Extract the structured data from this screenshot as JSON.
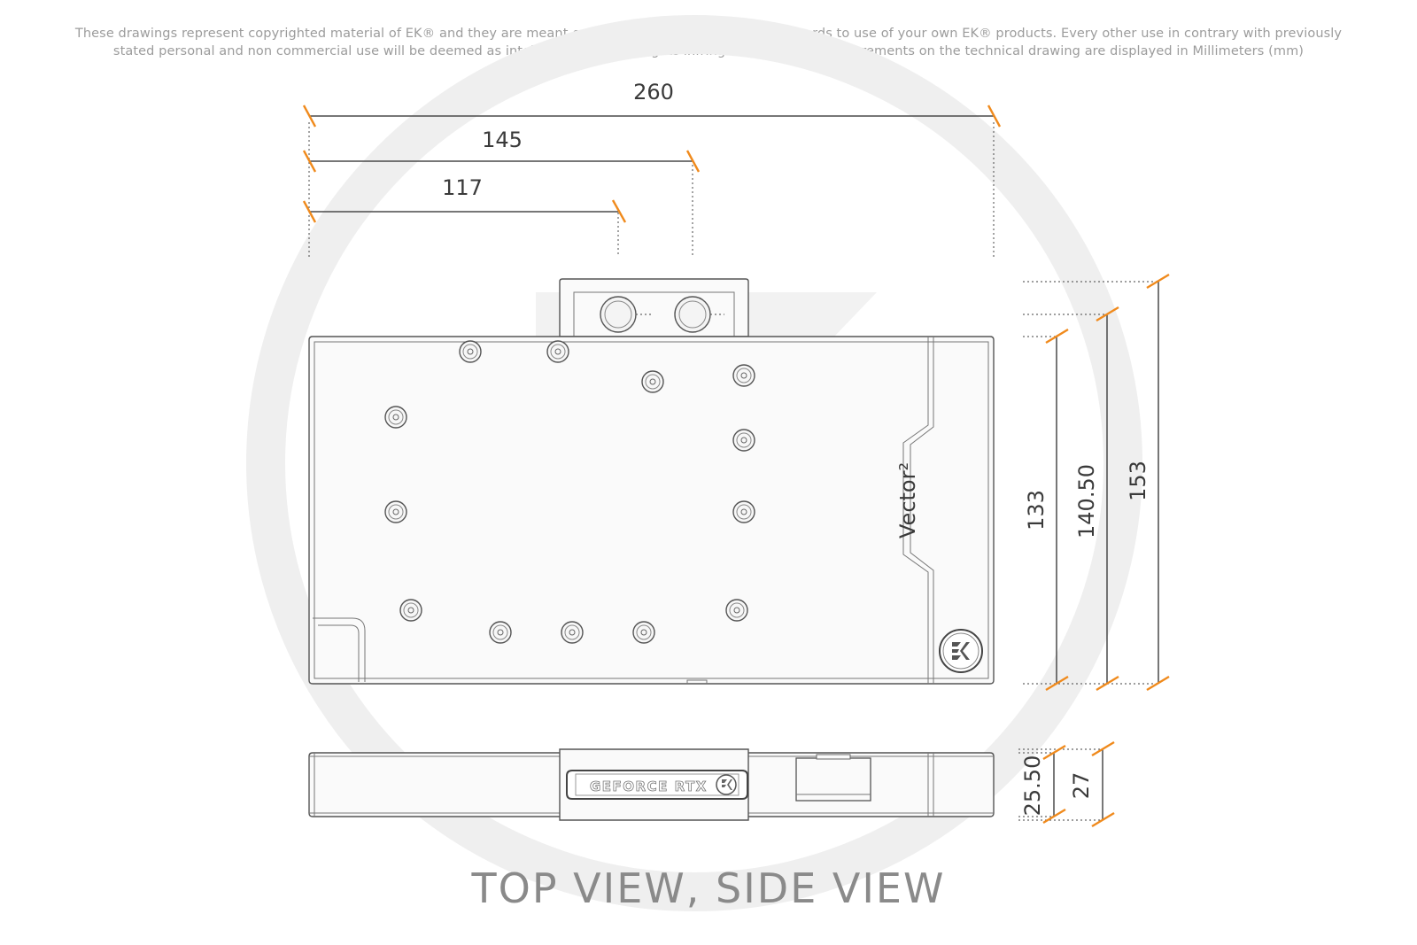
{
  "disclaimer": {
    "line1": "These drawings represent copyrighted material of EK® and they are meant only for your personal use, with regards to use of  your own EK® products. Every other use in contrary with previously",
    "line2": "stated personal and non commercial use will be deemed as intellectual property rights infringement.All the measurements on the technical drawing are displayed in Millimeters (mm)"
  },
  "dimensions": {
    "width_total": "260",
    "width_port2": "145",
    "width_port1": "117",
    "height_main": "133",
    "height_mid": "140.50",
    "height_total": "153",
    "side_thickness_inner": "25.50",
    "side_thickness_total": "27"
  },
  "labels": {
    "vector_logo": "Vector²",
    "side_badge": "GEFORCE RTX",
    "caption": "TOP VIEW, SIDE VIEW"
  },
  "colors": {
    "dimension_tick": "#f08a1c",
    "outline": "#555555",
    "watermark": "#eeeeee"
  },
  "icons": {
    "watermark": "ek-logo-icon",
    "screw": "screw-icon",
    "port": "port-icon",
    "badge": "ek-badge-icon"
  }
}
